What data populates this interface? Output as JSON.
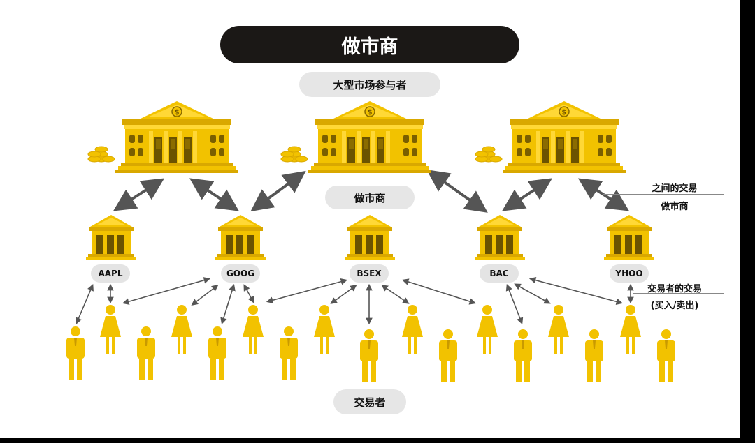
{
  "title": "做市商",
  "labels": {
    "large_participants": "大型市场参与者",
    "market_makers": "做市商",
    "traders": "交易者",
    "between_mm_line1": "之间的交易",
    "between_mm_line2": "做市商",
    "trader_trades_line1": "交易者的交易",
    "trader_trades_line2": "(买入/卖出)"
  },
  "tickers": [
    "AAPL",
    "GOOG",
    "BSEX",
    "BAC",
    "YHOO"
  ],
  "colors": {
    "gold": "#f2c200",
    "gold_dark": "#d9a800",
    "gold_light": "#ffd836",
    "arrow": "#555555",
    "title_bg": "#1b1816",
    "pill_bg": "#e6e6e6"
  }
}
